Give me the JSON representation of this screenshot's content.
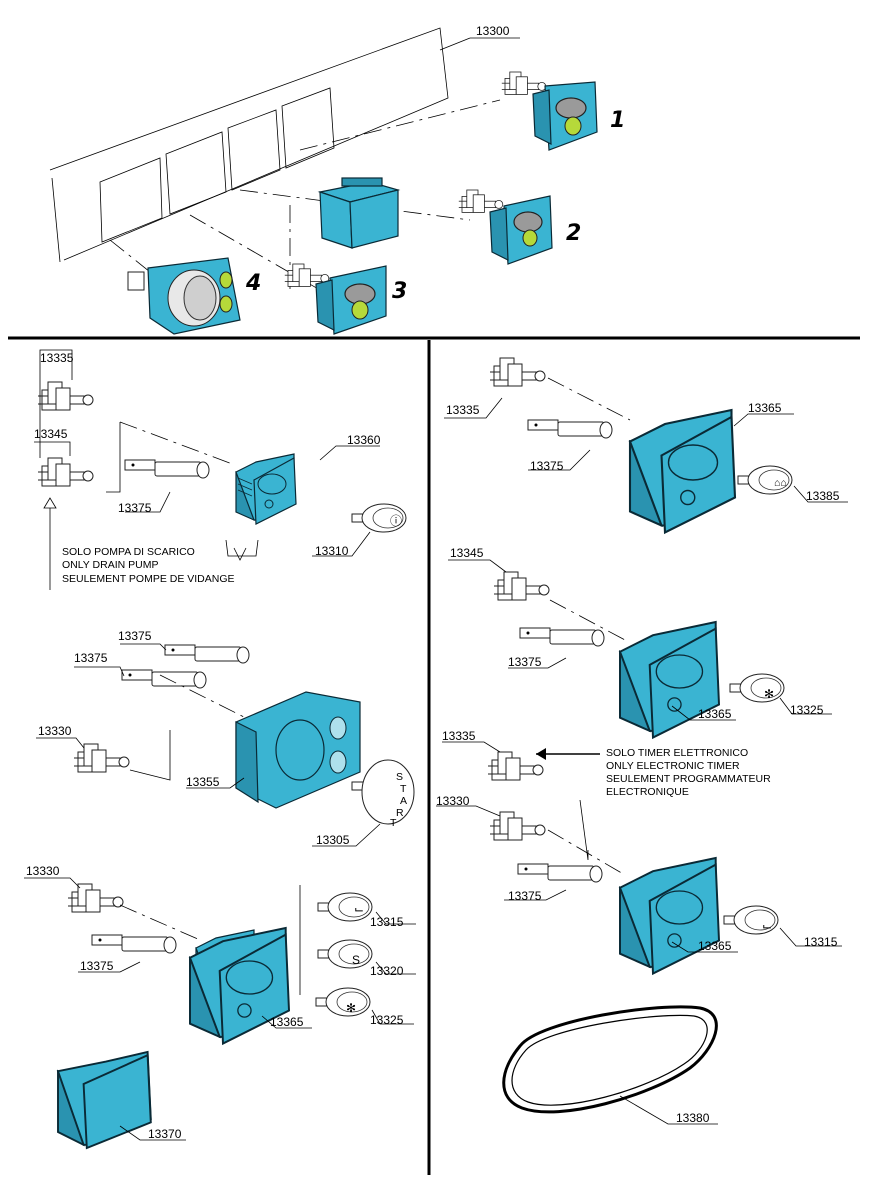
{
  "labels": {
    "p13300": "13300",
    "n1": "1",
    "n2": "2",
    "n3": "3",
    "n4": "4",
    "a13335": "13335",
    "a13345": "13345",
    "a13375": "13375",
    "a13360": "13360",
    "a13310": "13310",
    "b13375a": "13375",
    "b13375b": "13375",
    "b13330": "13330",
    "b13355": "13355",
    "b13305": "13305",
    "c13330": "13330",
    "c13375": "13375",
    "c13365": "13365",
    "c13315": "13315",
    "c13320": "13320",
    "c13325": "13325",
    "d13370": "13370",
    "e13335": "13335",
    "e13375": "13375",
    "e13365": "13365",
    "e13385": "13385",
    "f13345": "13345",
    "f13375": "13375",
    "f13365": "13365",
    "f13325": "13325",
    "g13335": "13335",
    "g13330": "13330",
    "g13375": "13375",
    "g13365": "13365",
    "g13315": "13315",
    "h13380": "13380"
  },
  "notes": {
    "drain_pump": [
      "SOLO POMPA DI SCARICO",
      "ONLY DRAIN PUMP",
      "SEULEMENT POMPE DE VIDANGE"
    ],
    "electronic_timer": [
      "SOLO TIMER ELETTRONICO",
      "ONLY ELECTRONIC TIMER",
      "SEULEMENT PROGRAMMATEUR",
      "ELECTRONIQUE"
    ]
  },
  "knob_text": {
    "start": [
      "S",
      "T",
      "A",
      "R",
      "T"
    ]
  },
  "colors": {
    "housing": "#3ab4d2",
    "lamp": "#b6d93a",
    "knob": "#9a9a9a"
  }
}
